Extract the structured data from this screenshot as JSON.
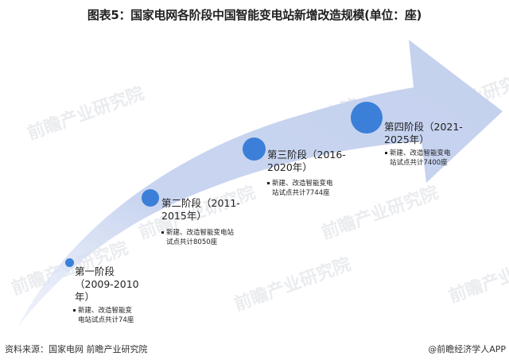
{
  "title": "图表5：国家电网各阶段中国智能变电站新增改造规模(单位：座)",
  "watermark": "前瞻产业研究院",
  "colors": {
    "arrow_fill": "#c9d5f0",
    "dot_fill": "#3b7fd8",
    "text": "#222222"
  },
  "stages": [
    {
      "title": "第一阶段（2009-2010年）",
      "title_lines": [
        "第一阶段",
        "（2009-2010",
        "年）"
      ],
      "desc_lines": [
        "新建、改造智能变",
        "电站试点共计74座"
      ],
      "count": 74
    },
    {
      "title": "第二阶段（2011-2015年）",
      "title_lines": [
        "第二阶段（2011-",
        "2015年）"
      ],
      "desc_lines": [
        "新建、改造智能变电站",
        "试点共计8050座"
      ],
      "count": 8050
    },
    {
      "title": "第三阶段（2016-2020年）",
      "title_lines": [
        "第三阶段（2016-",
        "2020年）"
      ],
      "desc_lines": [
        "新建、改造智能变电",
        "站试点共计7744座"
      ],
      "count": 7744
    },
    {
      "title": "第四阶段（2021-2025年）",
      "title_lines": [
        "第四阶段（2021-",
        "2025年）"
      ],
      "desc_lines": [
        "新建、改造智能变电",
        "站试点共计7400座"
      ],
      "count": 7400
    }
  ],
  "footer": {
    "source": "资料来源：国家电网 前瞻产业研究院",
    "credit": "@前瞻经济学人APP"
  }
}
